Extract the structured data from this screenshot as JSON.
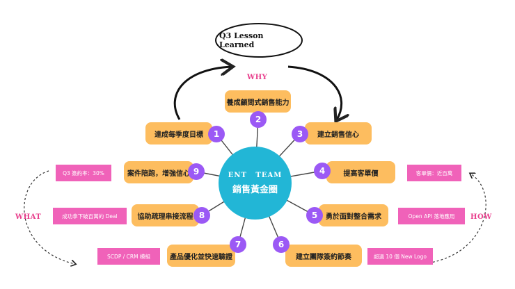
{
  "title": "Q3 Lesson Learned",
  "labels": {
    "why": "WHY",
    "what": "WHAT",
    "how": "HOW"
  },
  "center": {
    "line1": "ENT TEAM",
    "line2": "銷售黃金圈"
  },
  "items": [
    {
      "num": "1",
      "text": "達成每季度目標"
    },
    {
      "num": "2",
      "text": "養成顧問式銷售能力"
    },
    {
      "num": "3",
      "text": "建立銷售信心"
    },
    {
      "num": "4",
      "text": "提高客單價"
    },
    {
      "num": "5",
      "text": "勇於面對整合需求"
    },
    {
      "num": "6",
      "text": "建立團隊簽約節奏"
    },
    {
      "num": "7",
      "text": "產品優化並快速驗證"
    },
    {
      "num": "8",
      "text": "協助疏理串接流程"
    },
    {
      "num": "9",
      "text": "案件陪跑，增強信心"
    }
  ],
  "tags": {
    "t9": "Q3 簽約率：30%",
    "t8": "成功拿下破百萬的 Deal",
    "t7": "SCDP / CRM 模組",
    "t4": "客單價：近百萬",
    "t5": "Open API 落地應用",
    "t6": "超過 10 個 New Logo"
  },
  "colors": {
    "pill": "#fdbd5f",
    "number": "#9b59f5",
    "tag": "#f062b9",
    "center": "#22b6d6",
    "label": "#e83e8c"
  }
}
